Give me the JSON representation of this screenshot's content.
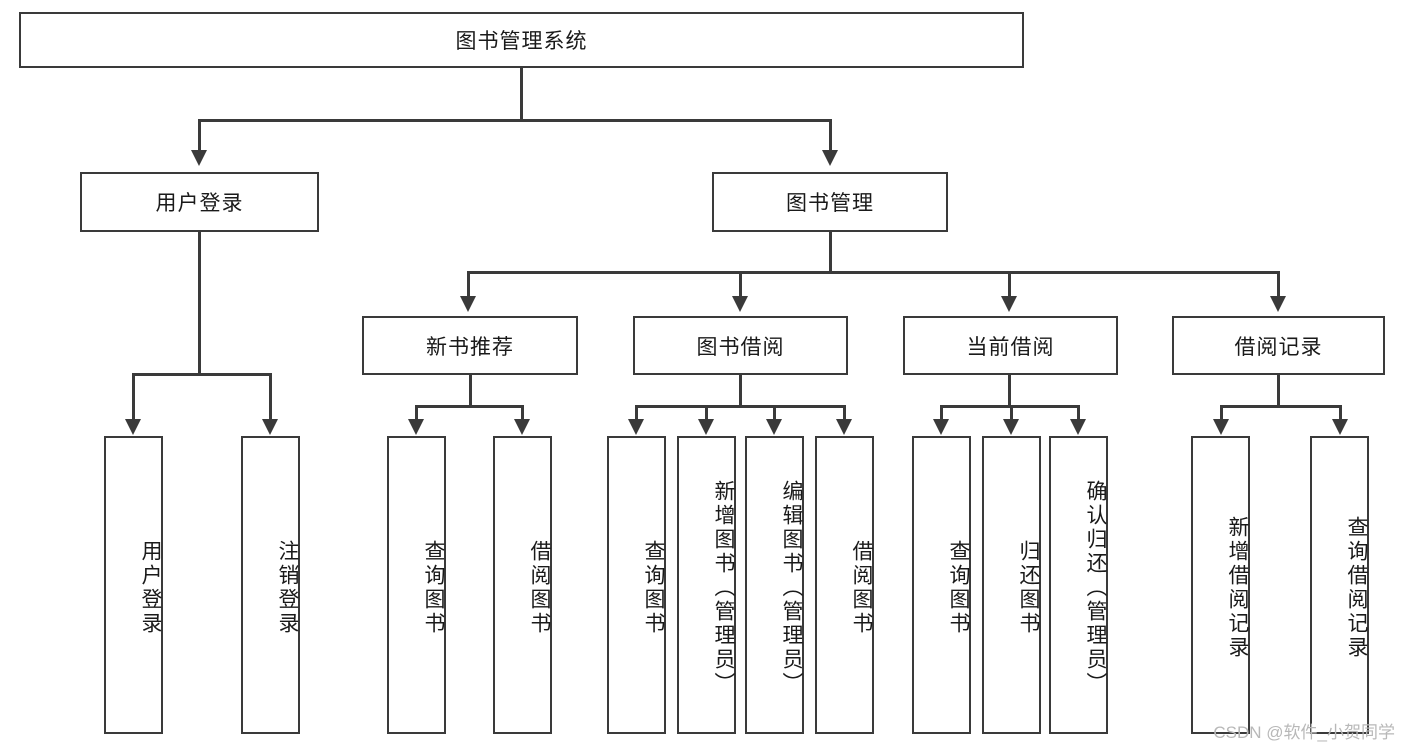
{
  "diagram": {
    "type": "tree-hierarchy-chart",
    "title": "图书管理系统",
    "root": {
      "label": "图书管理系统"
    },
    "level1": [
      {
        "label": "用户登录"
      },
      {
        "label": "图书管理"
      }
    ],
    "level2": [
      {
        "label": "新书推荐",
        "parent": "图书管理"
      },
      {
        "label": "图书借阅",
        "parent": "图书管理"
      },
      {
        "label": "当前借阅",
        "parent": "图书管理"
      },
      {
        "label": "借阅记录",
        "parent": "图书管理"
      }
    ],
    "leaves": {
      "user_login": [
        {
          "label": "用户登录"
        },
        {
          "label": "注销登录"
        }
      ],
      "new_book_recommend": [
        {
          "label": "查询图书"
        },
        {
          "label": "借阅图书"
        }
      ],
      "book_borrow": [
        {
          "label": "查询图书"
        },
        {
          "label": "新增图书（管理员）"
        },
        {
          "label": "编辑图书（管理员）"
        },
        {
          "label": "借阅图书"
        }
      ],
      "current_borrow": [
        {
          "label": "查询图书"
        },
        {
          "label": "归还图书"
        },
        {
          "label": "确认归还（管理员）"
        }
      ],
      "borrow_records": [
        {
          "label": "新增借阅记录"
        },
        {
          "label": "查询借阅记录"
        }
      ]
    }
  },
  "watermark": {
    "text": "CSDN @软件_小贺同学"
  },
  "colors": {
    "stroke": "#3a3a3a",
    "text": "#1a1a1a",
    "background": "#ffffff",
    "watermark": "#b8b8b8"
  }
}
